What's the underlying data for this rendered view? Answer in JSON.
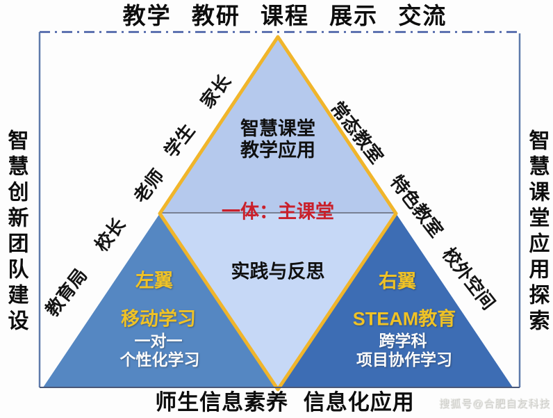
{
  "frame": {
    "top_title": "教学 教研 课程 展示 交流",
    "left_vertical_title": "智慧创新团队建设",
    "right_vertical_title": "智慧课堂应用探索",
    "bottom_title": "师生信息素养 信息化应用",
    "watermark": "搜狐号@合肥自友科技"
  },
  "diamond": {
    "top_line1": "智慧课堂",
    "top_line2": "教学应用",
    "center_text": "一体：主课堂",
    "bottom_text": "实践与反思"
  },
  "left_wing": {
    "title": "左翼",
    "subtitle": "移动学习",
    "line1": "一对一",
    "line2": "个性化学习"
  },
  "right_wing": {
    "title": "右翼",
    "subtitle": "STEAM教育",
    "line1": "跨学科",
    "line2": "项目协作学习"
  },
  "left_edge_labels": [
    "教育局",
    "校长",
    "老师",
    "学生",
    "家长"
  ],
  "right_edge_labels": [
    "常态教室",
    "特色教室",
    "校外空间"
  ],
  "colors": {
    "left_wing": "#5587c2",
    "right_wing": "#3d6db4",
    "diamond_upper": "#b5c9ed",
    "diamond_lower": "#c6d8f6",
    "gold_border": "#f0b52b",
    "gold_text": "#efc226",
    "red_text": "#c9202b",
    "frame_dash": "#3d56a0",
    "frame_side": "#5e7aab",
    "base_line": "#4a5878",
    "mid_line": "#55555e"
  }
}
